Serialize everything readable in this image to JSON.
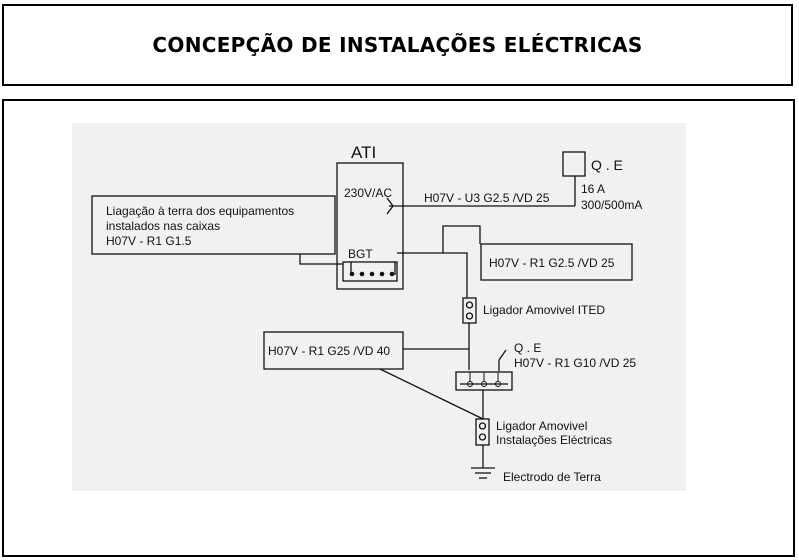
{
  "header": {
    "title": "CONCEPÇÃO DE INSTALAÇÕES ELÉCTRICAS"
  },
  "diagram": {
    "ati_label": "ATI",
    "voltage_label": "230V/AC",
    "bgt_label": "BGT",
    "qe_top_label": "Q . E",
    "cable_ati_qe": "H07V - U3 G2.5 /VD 25",
    "breaker_current": "16 A",
    "breaker_sensitivity": "300/500mA",
    "earth_note": {
      "line1": "Liagação à terra dos equipamentos",
      "line2": "instalados nas caixas",
      "line3": "H07V - R1 G1.5"
    },
    "cable_bgt_box": "H07V - R1 G2.5  /VD 25",
    "ligador_ited": "Ligador Amovivel ITED",
    "cable_main_box": "H07V - R1 G25  /VD 40",
    "qe_mid_label": "Q . E",
    "cable_qe_mid": "H07V - R1 G10 /VD 25",
    "ligador_inst": {
      "line1": "Ligador Amovivel",
      "line2": "Instalações Eléctricas"
    },
    "electrodo": "Electrodo de Terra"
  }
}
